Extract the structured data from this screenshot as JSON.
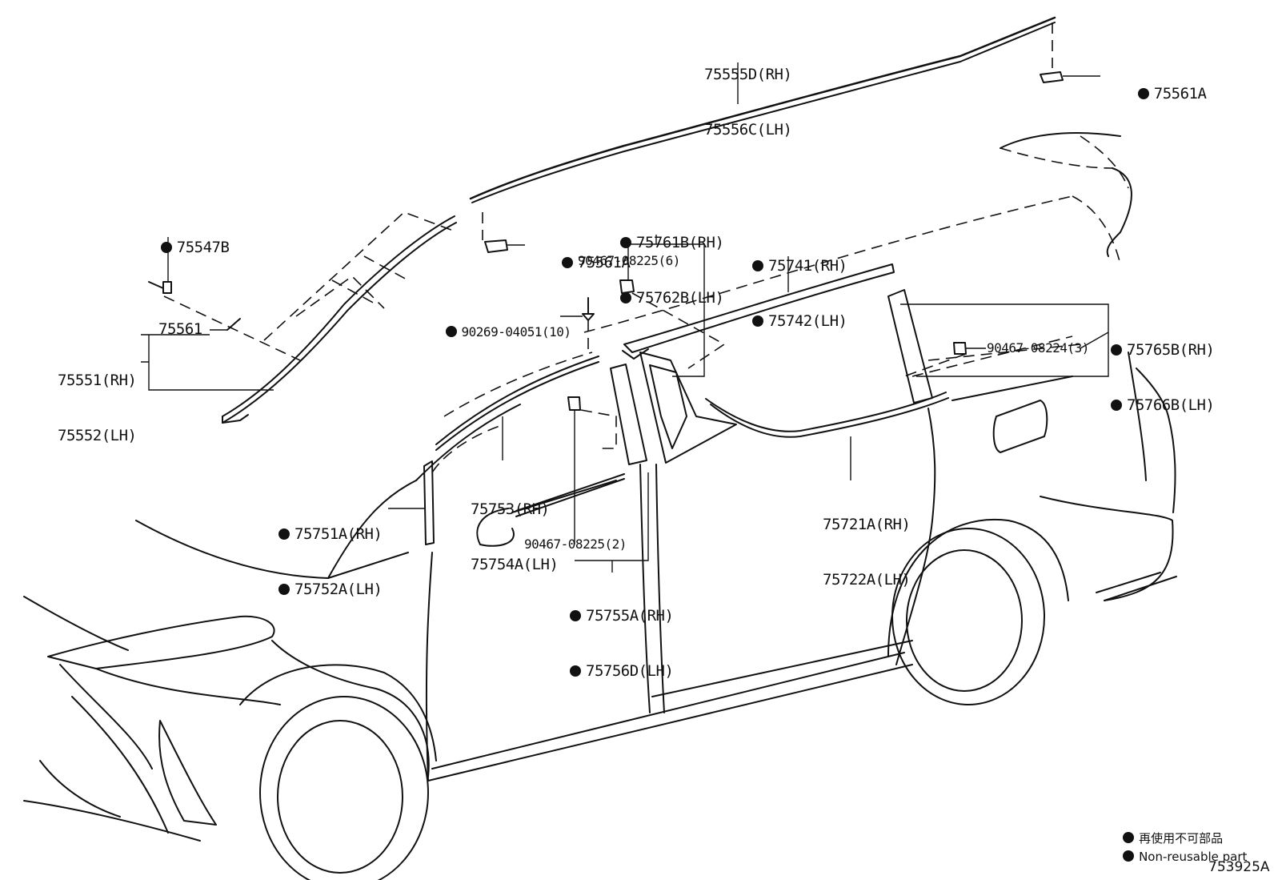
{
  "diagram": {
    "callouts": {
      "c75555": [
        "75555D(RH)",
        "75556C(LH)"
      ],
      "c75561a_top": "75561A",
      "c75547b": "75547B",
      "c75561a_mid": "75561A",
      "c75761": [
        "75761B(RH)",
        "75762B(LH)"
      ],
      "c90467_6": "90467-08225(6)",
      "c75741": [
        "75741(RH)",
        "75742(LH)"
      ],
      "c75765": [
        "75765B(RH)",
        "75766B(LH)"
      ],
      "c90467_3": "90467-08224(3)",
      "c90269": "90269-04051(10)",
      "c75561": "75561",
      "c75551": [
        "75551(RH)",
        "75552(LH)"
      ],
      "c75753": [
        "75753(RH)",
        "75754A(LH)"
      ],
      "c75751": [
        "75751A(RH)",
        "75752A(LH)"
      ],
      "c90467_2": "90467-08225(2)",
      "c75755": [
        "75755A(RH)",
        "75756D(LH)"
      ],
      "c75721": [
        "75721A(RH)",
        "75722A(LH)"
      ]
    },
    "legend": {
      "jp": "再使用不可部品",
      "en": "Non-reusable part"
    },
    "drawing_code": "753925A"
  }
}
